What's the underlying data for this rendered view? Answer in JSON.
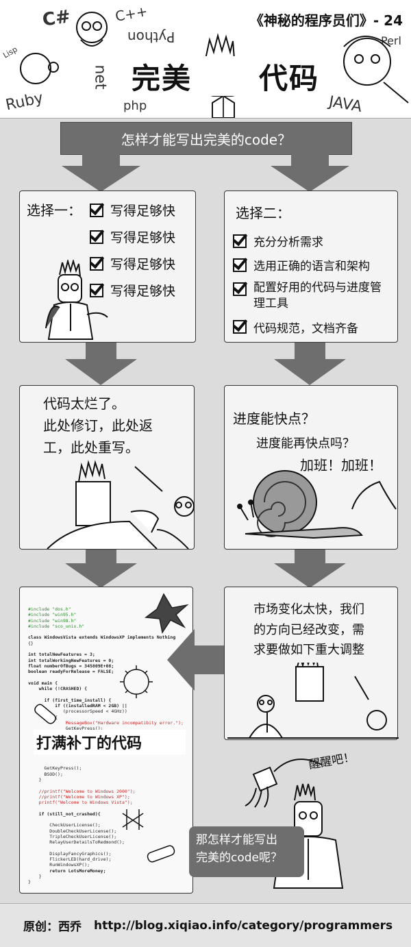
{
  "header": {
    "series_title": "《神秘的程序员们》- 24",
    "languages": [
      "C#",
      "C++",
      "Python",
      "Perl",
      "Ruby",
      "php",
      "net",
      "JAVA",
      "Lisp"
    ],
    "title_left": "完美",
    "title_right": "代码"
  },
  "question": "怎样才能写出完美的code？",
  "choice1": {
    "label": "选择一：",
    "items": [
      "写得足够快",
      "写得足够快",
      "写得足够快",
      "写得足够快"
    ]
  },
  "choice2": {
    "label": "选择二：",
    "items": [
      "充分分析需求",
      "选用正确的语言和架构",
      "配置好用的代码与进度管理工具",
      "代码规范，文档齐备"
    ]
  },
  "panel3": {
    "lines": [
      "代码太烂了。",
      "此处修订，此处返",
      "工，此处重写。"
    ]
  },
  "panel4": {
    "line1": "进度能快点？",
    "line2": "进度能再快点吗？",
    "line3": "加班！加班！"
  },
  "panel5": {
    "lines": [
      "市场变化太快，我们",
      "的方向已经改变，需",
      "求要做如下重大调整"
    ]
  },
  "panel6": {
    "caption": "打满补丁的代码",
    "wake_up": "醒醒吧！",
    "final_question": [
      "那怎样才能写出",
      "完美的code呢？"
    ],
    "code_lines": [
      "#include \"dos.h\"",
      "#include \"win95.h\"",
      "#include \"win98.h\"",
      "#include \"sco_unix.h\"",
      "",
      "class WindowsVista extends WindowsXP implements Nothing",
      "{}",
      "",
      "int totalNewFeatures = 3;",
      "int totalWorkingNewFeatures = 0;",
      "float numberOfBugs = 345809E+08;",
      "boolean readyForRelease = FALSE;",
      "",
      "void main {",
      "    while (!CRASHED) {",
      "",
      "      if (first_time_install) {",
      "          if ((installedRAM < 2GB) ||",
      "             (processorSpeed < 4GHz))",
      "          {",
      "              MessageBox(\"Hardware incompatibity error.\");",
      "              GetKeyPress();",
      "              BSOD();",
      "          }",
      "",
      "",
      "",
      "",
      "      GetKeyPress();",
      "      BSOD();",
      "    }",
      "",
      "    //printf(\"Welcome to Windows 2000\");",
      "    //printf(\"Welcome to Windows XP\");",
      "    printf(\"Welcome to Windows Vista\");",
      "",
      "    if (still_not_crashed){",
      "",
      "        CheckUserLicense();",
      "        DoubleCheckUserLicense();",
      "        TripleCheckUserLicense();",
      "        RelayUserDetailsToRedmond();",
      "",
      "        DisplayFancyGraphics();",
      "        FlickerLED(hard_drive);",
      "        RunWindowsXP();",
      "        return LotsMoreMoney;",
      "    }",
      "}"
    ]
  },
  "footer": {
    "author": "原创：西乔",
    "url": "http://blog.xiqiao.info/category/programmers"
  }
}
